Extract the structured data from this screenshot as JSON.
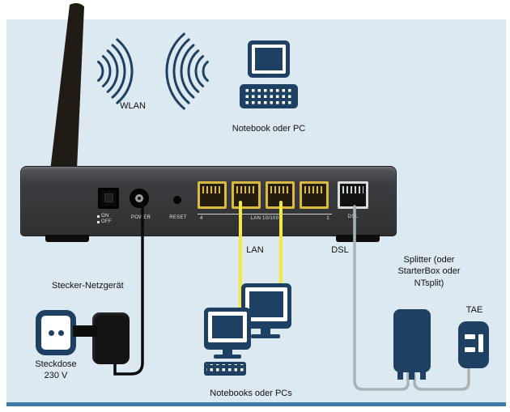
{
  "colors": {
    "bg": "#dde9f0",
    "navy": "#1d4063",
    "yellow": "#f3e83c",
    "gray_cable": "#a9b3b7",
    "black_cable": "#0b0b0b",
    "bottom_line": "#3e7ca6",
    "router": "#3a3c3f",
    "port_yellow": "#d9ba3e",
    "antenna": "#211b15"
  },
  "wlan_label": "WLAN",
  "top_device": {
    "label": "Notebook oder PC"
  },
  "bottom_device": {
    "label": "Notebooks oder PCs"
  },
  "power_adapter": {
    "label": "Stecker-Netzgerät"
  },
  "socket": {
    "line1": "Steckdose",
    "line2": "230 V"
  },
  "splitter": {
    "line1": "Splitter (oder",
    "line2": "StarterBox oder",
    "line3": "NTsplit)"
  },
  "tae": {
    "label": "TAE"
  },
  "cable_labels": {
    "lan": "LAN",
    "dsl": "DSL"
  },
  "router": {
    "switch_on": "ON",
    "switch_off": "OFF",
    "power_label": "POWER",
    "reset_label": "RESET",
    "lan_ports_label": "LAN 10/100",
    "port_first": "4",
    "port_last": "1",
    "dsl_label": "DSL"
  }
}
